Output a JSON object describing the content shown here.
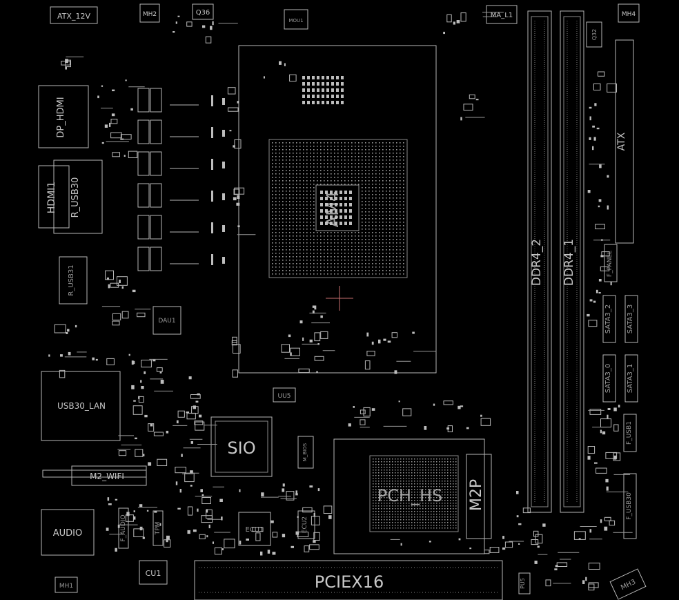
{
  "board": {
    "background": "#000000",
    "silkscreen_color": "#c8c8c8",
    "cursor_color": "#c87070"
  },
  "labels": {
    "atx_12v": "ATX_12V",
    "mh2": "MH2",
    "q36": "Q36",
    "mou1": "MOU1",
    "ma_l1": "MA_L1",
    "mh4": "MH4",
    "q32": "Q32",
    "atx": "ATX",
    "dp_hdmi": "DP_HDMI",
    "hdmi1": "HDMI1",
    "r_usb30": "R_USB30",
    "r_usb31": "R_USB31",
    "am4": "AM4",
    "ddr4_2": "DDR4_2",
    "ddr4_1": "DDR4_1",
    "f_panel": "F_PANEL",
    "sata3_2": "SATA3_2",
    "sata3_3": "SATA3_3",
    "sata3_0": "SATA3_0",
    "sata3_1": "SATA3_1",
    "dau1": "DAU1",
    "usb30_lan": "USB30_LAN",
    "uu5": "UU5",
    "sio": "SIO",
    "m_bios": "M_BIOS",
    "m2_wifi": "M2_WIFI",
    "pch_hs": "PCH_HS",
    "m2p": "M2P",
    "f_usb1": "F_USB1",
    "f_usb30": "F_USB30",
    "audio": "AUDIO",
    "f_audio": "F_AUDIO",
    "tpm": "TPM",
    "ecu1": "ECU1",
    "ecu2": "ECU2",
    "cu1": "CU1",
    "pciex16": "PCIEX16",
    "pu5": "PU5",
    "mh1": "MH1",
    "mh3": "MH3"
  }
}
